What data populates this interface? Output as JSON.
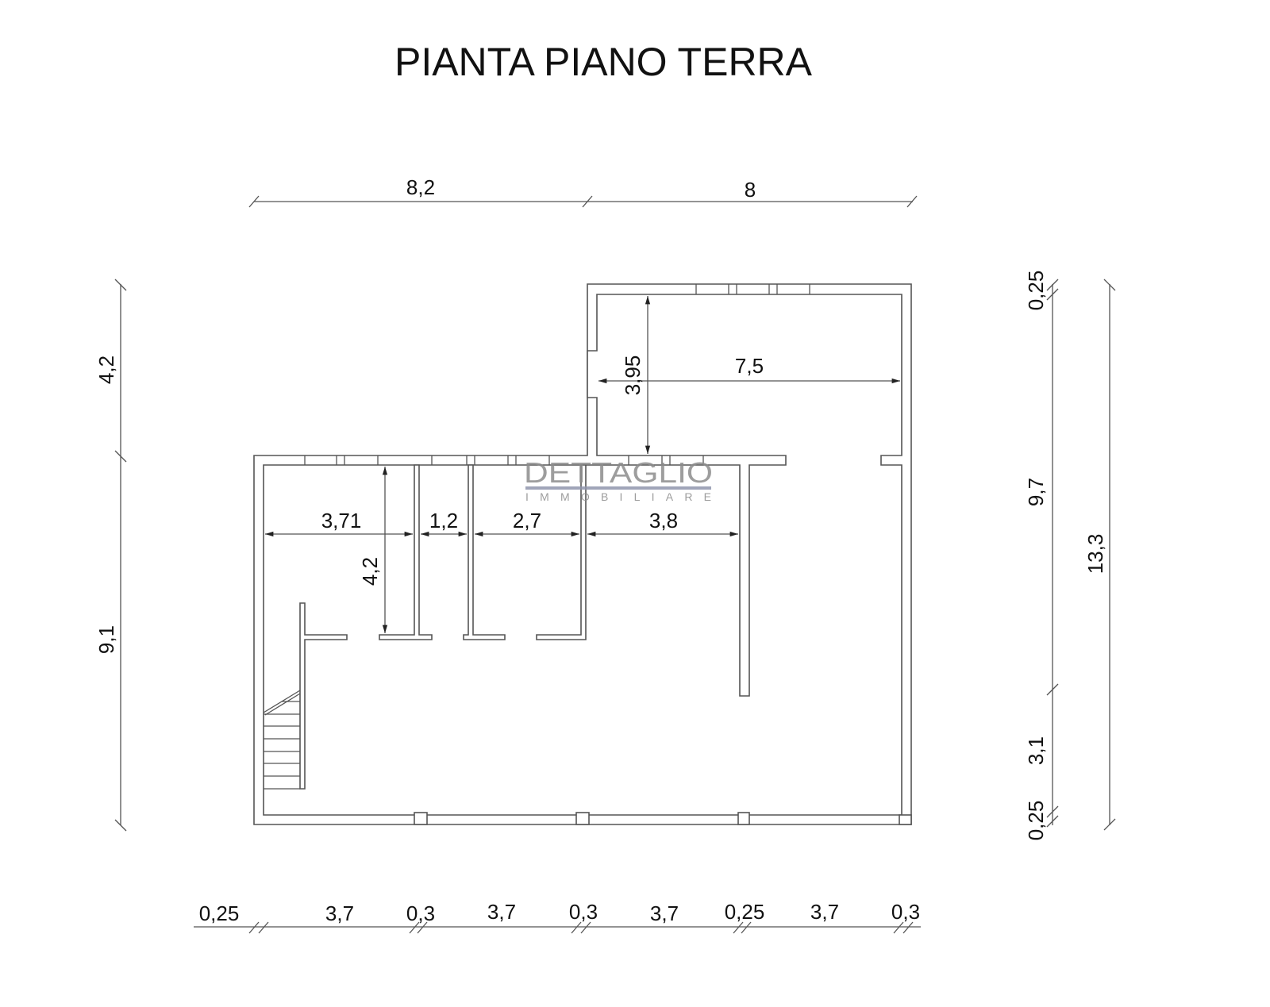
{
  "title": "PIANTA PIANO TERRA",
  "watermark": {
    "brand": "DETTAGLIO",
    "sub": "IMMOBILIARE"
  },
  "dims_top": [
    "8,2",
    "8"
  ],
  "dims_left": [
    "4,2",
    "9,1"
  ],
  "dims_right_inner": [
    "0,25",
    "9,7",
    "3,1",
    "0,25"
  ],
  "dims_right_outer": [
    "13,3"
  ],
  "dims_bottom": [
    "0,25",
    "3,7",
    "0,3",
    "3,7",
    "0,3",
    "3,7",
    "0,25",
    "3,7",
    "0,3"
  ],
  "dims_inside": {
    "upper_height": "3,95",
    "upper_width": "7,5",
    "room1": "3,71",
    "room2": "1,2",
    "room3": "2,7",
    "room4": "3,8",
    "room_height": "4,2"
  }
}
